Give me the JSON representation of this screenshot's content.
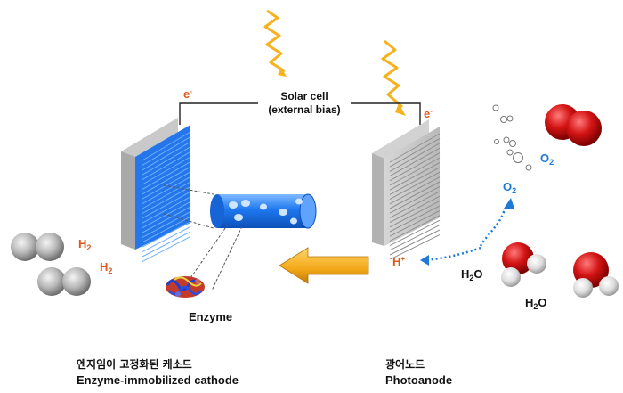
{
  "solar_cell": {
    "line1": "Solar cell",
    "line2": "(external bias)"
  },
  "electron_label": "e",
  "electron_sup": "-",
  "h2_label": "H",
  "h2_sub": "2",
  "o2_label": "O",
  "o2_sub": "2",
  "h_plus_label": "H",
  "h_plus_sup": "+",
  "h2o_label": "H",
  "h2o_sub": "2",
  "h2o_tail": "O",
  "enzyme_label": "Enzyme",
  "cathode": {
    "korean": "엔지임이 고정화된 케소드",
    "english": "Enzyme-immobilized cathode"
  },
  "anode": {
    "korean": "광어노드",
    "english": "Photoanode"
  },
  "colors": {
    "cathode_blue": "#1e6fe0",
    "accent_orange": "#e0581a",
    "o2_blue": "#1f7ad6",
    "arrow_gold": "#f2a818"
  }
}
